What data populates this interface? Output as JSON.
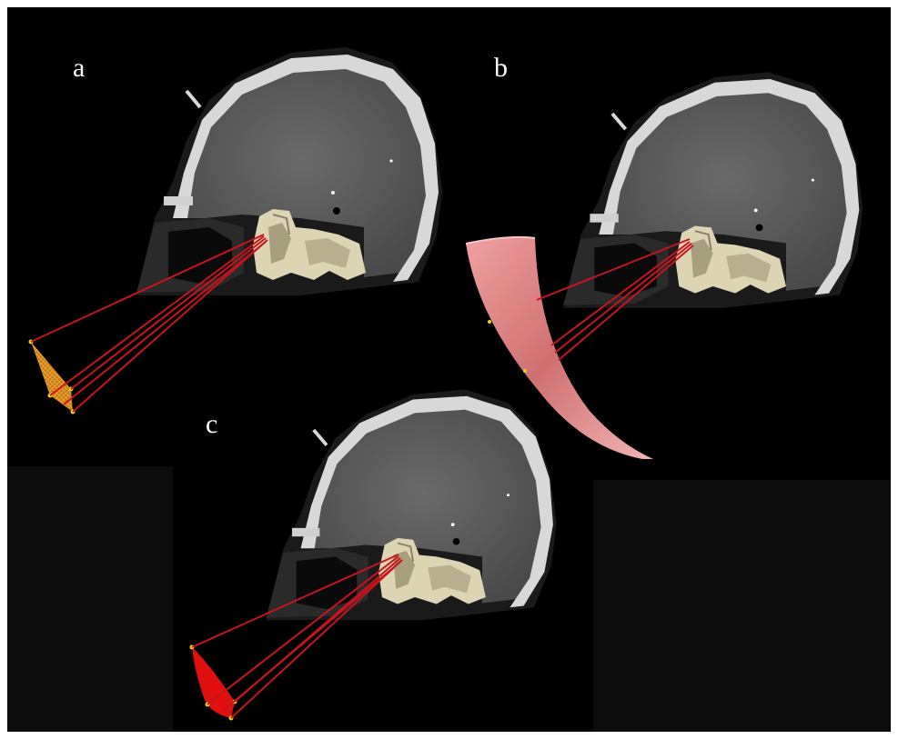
{
  "figure": {
    "panels": [
      {
        "id": "a",
        "label": "a"
      },
      {
        "id": "b",
        "label": "b"
      },
      {
        "id": "c",
        "label": "c"
      }
    ]
  },
  "colors": {
    "background": "#000000",
    "outer_border": "#ffffff",
    "bone": "#d8d8d8",
    "brain": "#5a5a5a",
    "model": "#ddd4b4",
    "ray": "#c8141c",
    "target_mesh_a": "#d98a1a",
    "target_surface_b": "#d78080",
    "target_surface_c": "#e01010",
    "marker": "#e8d020"
  },
  "icons": [
    "ct-sagittal-slice",
    "cranial-base-model",
    "target-mesh",
    "curved-target-surface",
    "ray-bundle"
  ]
}
